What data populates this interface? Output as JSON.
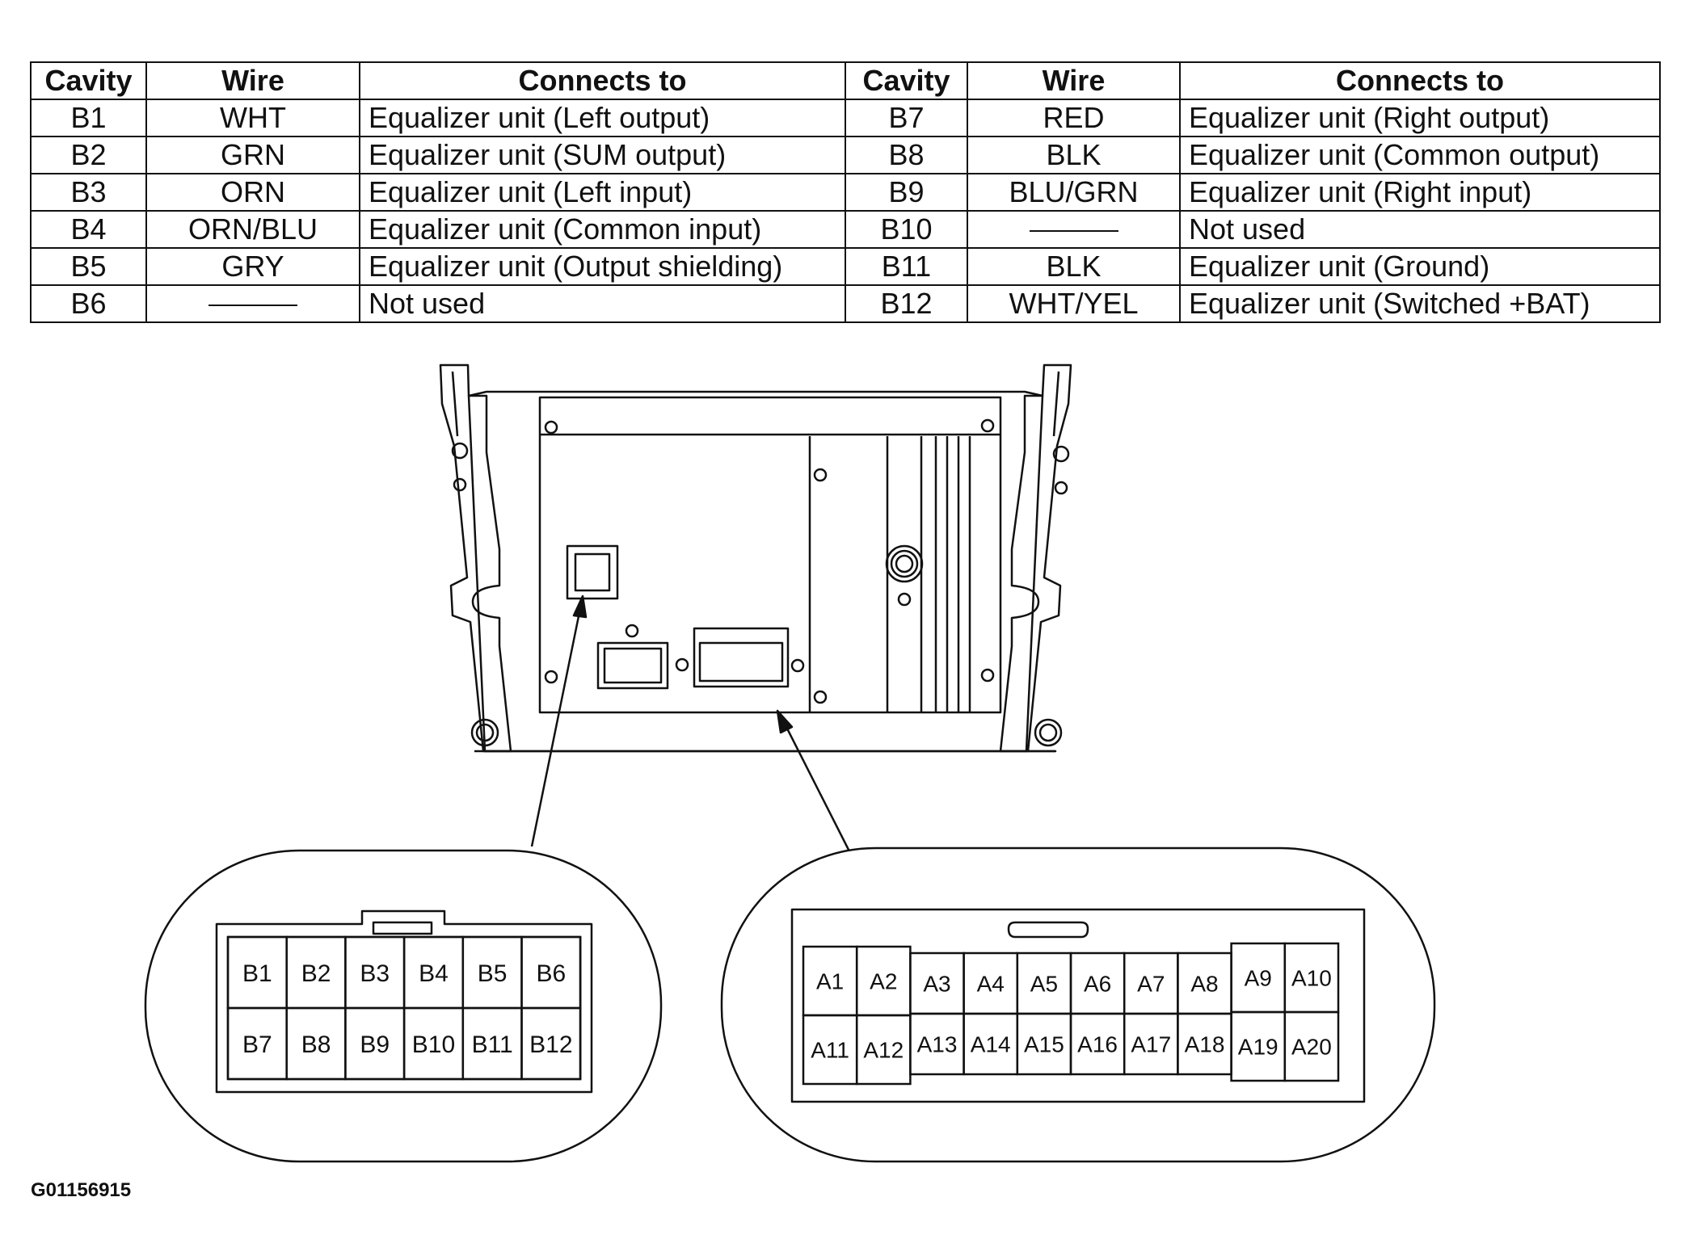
{
  "table": {
    "headers": [
      "Cavity",
      "Wire",
      "Connects to",
      "Cavity",
      "Wire",
      "Connects to"
    ],
    "rows": [
      {
        "left": {
          "cavity": "B1",
          "wire": "WHT",
          "connects": "Equalizer unit (Left output)"
        },
        "right": {
          "cavity": "B7",
          "wire": "RED",
          "connects": "Equalizer unit (Right output)"
        }
      },
      {
        "left": {
          "cavity": "B2",
          "wire": "GRN",
          "connects": "Equalizer unit (SUM output)"
        },
        "right": {
          "cavity": "B8",
          "wire": "BLK",
          "connects": "Equalizer unit (Common output)"
        }
      },
      {
        "left": {
          "cavity": "B3",
          "wire": "ORN",
          "connects": "Equalizer unit (Left input)"
        },
        "right": {
          "cavity": "B9",
          "wire": "BLU/GRN",
          "connects": "Equalizer unit (Right input)"
        }
      },
      {
        "left": {
          "cavity": "B4",
          "wire": "ORN/BLU",
          "connects": "Equalizer unit (Common input)"
        },
        "right": {
          "cavity": "B10",
          "wire": "",
          "connects": "Not used"
        }
      },
      {
        "left": {
          "cavity": "B5",
          "wire": "GRY",
          "connects": "Equalizer unit (Output shielding)"
        },
        "right": {
          "cavity": "B11",
          "wire": "BLK",
          "connects": "Equalizer unit (Ground)"
        }
      },
      {
        "left": {
          "cavity": "B6",
          "wire": "",
          "connects": "Not used"
        },
        "right": {
          "cavity": "B12",
          "wire": "WHT/YEL",
          "connects": "Equalizer unit (Switched +BAT)"
        }
      }
    ]
  },
  "connector_b": {
    "row1": [
      "B1",
      "B2",
      "B3",
      "B4",
      "B5",
      "B6"
    ],
    "row2": [
      "B7",
      "B8",
      "B9",
      "B10",
      "B11",
      "B12"
    ]
  },
  "connector_a": {
    "row1": [
      "A1",
      "A2",
      "A3",
      "A4",
      "A5",
      "A6",
      "A7",
      "A8",
      "A9",
      "A10"
    ],
    "row2": [
      "A11",
      "A12",
      "A13",
      "A14",
      "A15",
      "A16",
      "A17",
      "A18",
      "A19",
      "A20"
    ]
  },
  "figure_code": "G01156915"
}
